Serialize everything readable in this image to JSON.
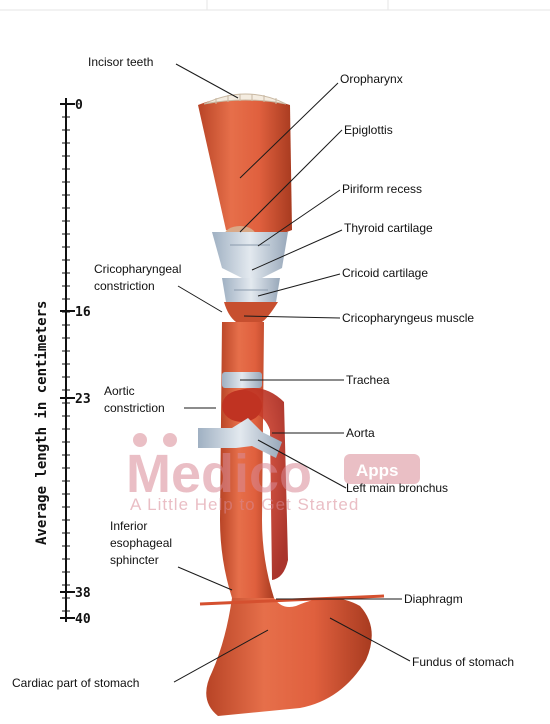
{
  "scale": {
    "title": "Average length in centimeters",
    "ticks": [
      "0",
      "16",
      "23",
      "38",
      "40"
    ]
  },
  "labels": {
    "incisor_teeth": "Incisor teeth",
    "oropharynx": "Oropharynx",
    "epiglottis": "Epiglottis",
    "piriform_recess": "Piriform recess",
    "thyroid_cartilage": "Thyroid cartilage",
    "cricopharyngeal_constriction_1": "Cricopharyngeal",
    "cricopharyngeal_constriction_2": "constriction",
    "cricoid_cartilage": "Cricoid cartilage",
    "cricopharyngeus_muscle": "Cricopharyngeus muscle",
    "trachea": "Trachea",
    "aortic_constriction_1": "Aortic",
    "aortic_constriction_2": "constriction",
    "aorta": "Aorta",
    "left_main_bronchus": "Left main bronchus",
    "inferior_sphincter_1": "Inferior",
    "inferior_sphincter_2": "esophageal",
    "inferior_sphincter_3": "sphincter",
    "diaphragm": "Diaphragm",
    "fundus_of_stomach": "Fundus of stomach",
    "cardiac_part_of_stomach": "Cardiac part of stomach"
  },
  "watermark": {
    "brand": "Medico",
    "badge": "Apps",
    "tagline": "A Little Help to Get Started"
  },
  "colors": {
    "tissue": "#e0603e",
    "tissue_dark": "#b84426",
    "cartilage": "#c9d3de",
    "watermark": "#d98a96"
  }
}
